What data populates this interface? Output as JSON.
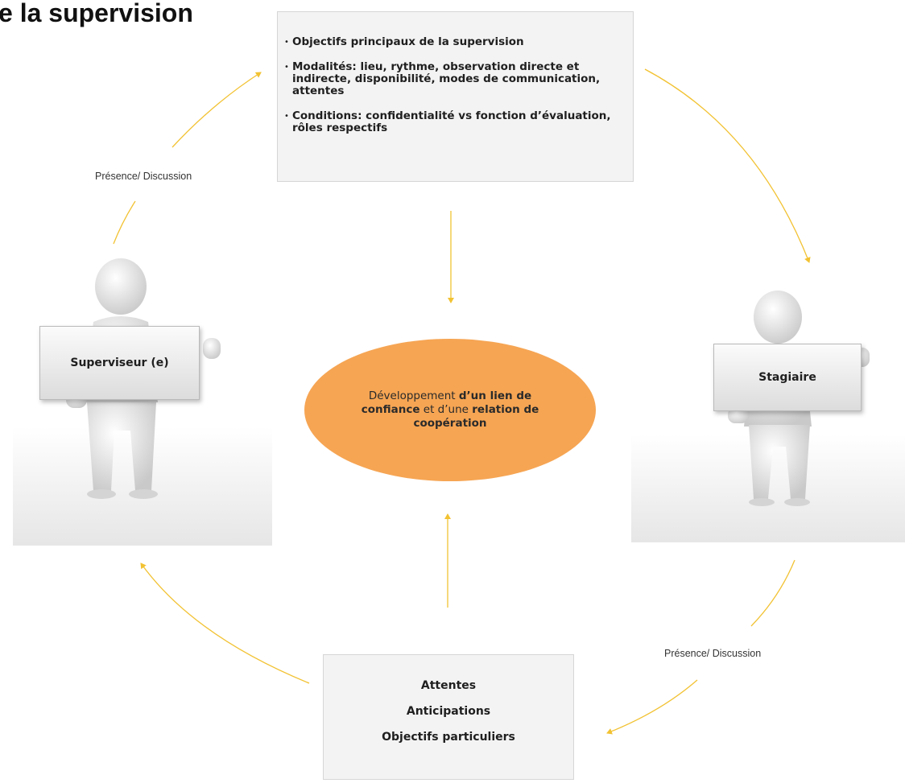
{
  "title": "e la supervision",
  "top_box": {
    "items": [
      "Objectifs principaux de la supervision",
      "Modalités: lieu, rythme, observation directe et indirecte, disponibilité, modes de communication, attentes",
      "Conditions: confidentialité vs fonction d’évaluation, rôles respectifs"
    ]
  },
  "center": {
    "text_1": "Développement ",
    "bold_1": "d’un lien de confiance",
    "text_2": " et d’une ",
    "bold_2": "relation de coopération"
  },
  "supervisor_label": "Superviseur (e)",
  "trainee_label": "Stagiaire",
  "link_label_left": "Présence/ Discussion",
  "link_label_right": "Présence/ Discussion",
  "bottom_box": {
    "items": [
      "Attentes",
      "Anticipations",
      "Objectifs particuliers"
    ]
  },
  "colors": {
    "arrow": "#f2c232",
    "ellipse": "#f6a553",
    "box": "#f3f3f3"
  }
}
